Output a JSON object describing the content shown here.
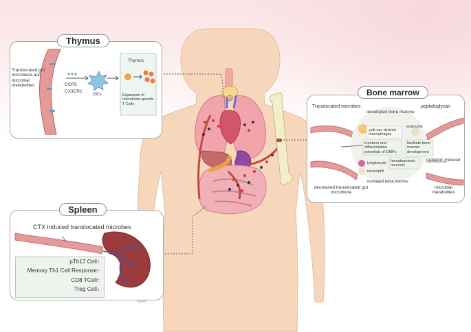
{
  "thymus": {
    "title": "Thymus",
    "left_label": "Translocated gut microbiota and microbial metabolites",
    "receptor1": "CCR5",
    "receptor2": "CX3CR1",
    "dc_label": "DCs",
    "inset_title": "Thymus",
    "expansion_text": "Expansion of microbiota-specific T Cells"
  },
  "bone_marrow": {
    "title": "Bone marrow",
    "translocated": "Translocated microbes",
    "developed": "developed bone marrow",
    "peptidoglycan": "peptidoglycan",
    "yolk_sac": "yolk-sac derived macrophages",
    "neutrophil_top": "neutrophil",
    "numbers": "numbers and differentiation potentials of GMPs",
    "facilitate": "facilitate bone marrow development",
    "lymphocyte": "lymphocyte",
    "neutrophil_bottom": "neutrophil",
    "hematopoiesis": "hematopoiesis recovery",
    "radiation": "radiation induced",
    "damaged": "damaged bone marrow",
    "decreased": "decreased translocated gut microbiota",
    "microbial_metabolites": "microbial metabolites"
  },
  "spleen": {
    "title": "Spleen",
    "ctx": "CTX induced translocated microbes",
    "effects": [
      "pTh17 Cell↑",
      "Memory Th1 Cell Response↑",
      "CD8 TCell↑",
      "Treg Cell↓"
    ]
  },
  "colors": {
    "body": "#f6d7bc",
    "vessel": "#d98a8a",
    "panel_border": "#a9a9a9",
    "effects_bg": "#eef3ee",
    "spleen": "#9c3b3b"
  }
}
